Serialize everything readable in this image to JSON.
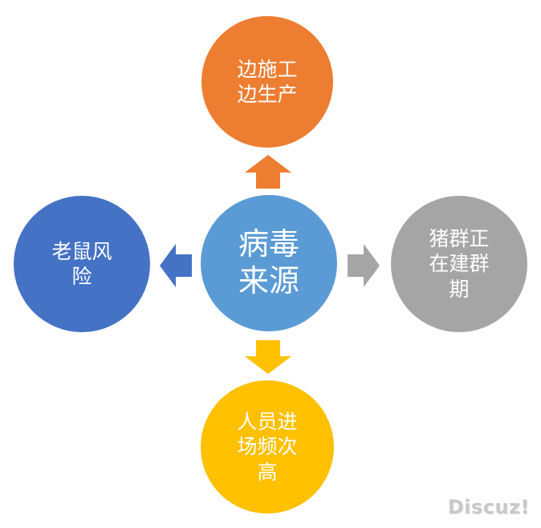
{
  "diagram": {
    "center": {
      "label": "病毒\n来源",
      "color": "#5b9bd5"
    },
    "top": {
      "label": "边施工\n边生产",
      "color": "#ed7d31"
    },
    "left": {
      "label": "老鼠风\n险",
      "color": "#4472c4"
    },
    "right": {
      "label": "猪群正\n在建群\n期",
      "color": "#a5a5a5"
    },
    "bottom": {
      "label": "人员进\n场频次\n高",
      "color": "#ffc000"
    }
  },
  "watermark": {
    "text": "Discuz!"
  }
}
